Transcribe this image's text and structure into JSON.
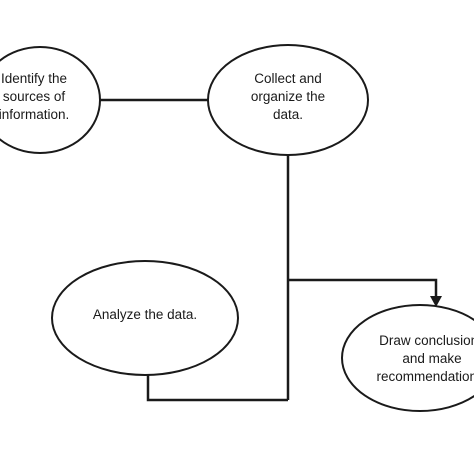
{
  "nodes": {
    "identify": {
      "lines": [
        "Identify the",
        "sources of",
        "information."
      ]
    },
    "collect": {
      "lines": [
        "Collect and",
        "organize the",
        "data."
      ]
    },
    "analyze": {
      "lines": [
        "Analyze the data."
      ]
    },
    "conclude": {
      "lines": [
        "Draw conclusions",
        "and make",
        "recommendations."
      ]
    }
  },
  "colors": {
    "stroke": "#1a1a1a",
    "background": "#ffffff"
  }
}
